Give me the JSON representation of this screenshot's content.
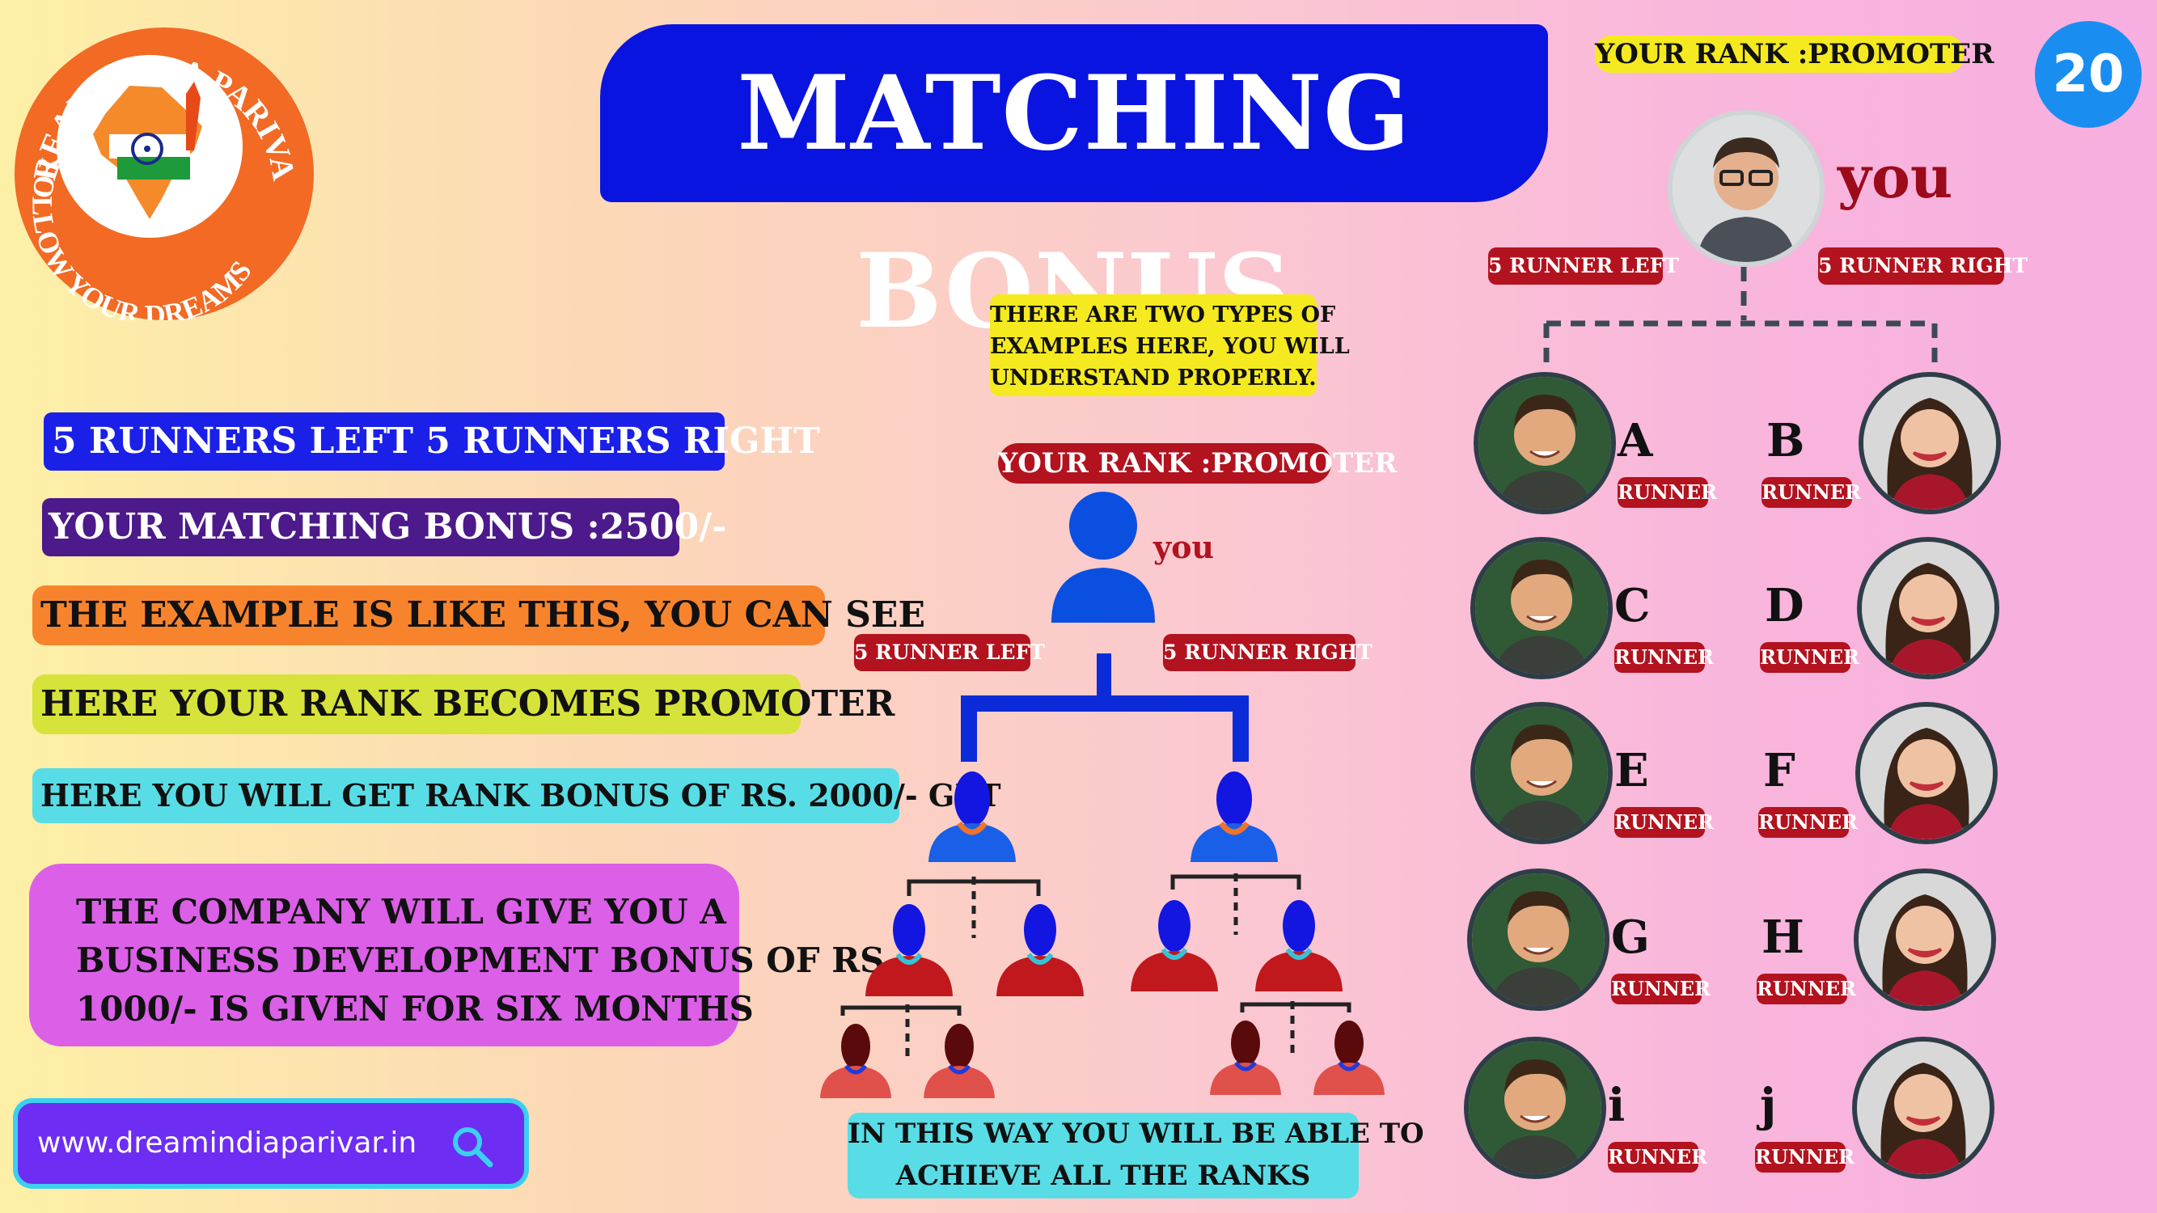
{
  "logo": {
    "top_text": "DREAM INDIA PARIVAR",
    "bottom_text": "FOLLOW YOUR DREAMS"
  },
  "title": "MATCHING BONUS",
  "page_number": "20",
  "rank_top": "YOUR RANK :PROMOTER",
  "you_label": "you",
  "left_panel": {
    "line1": "5 RUNNERS LEFT 5 RUNNERS RIGHT",
    "line2": "YOUR MATCHING BONUS :2500/-",
    "line3": "THE EXAMPLE IS LIKE THIS, YOU CAN SEE",
    "line4": "HERE YOUR RANK BECOMES PROMOTER",
    "line5": "HERE YOU WILL GET RANK BONUS OF RS. 2000/- GET",
    "line6": [
      "THE COMPANY WILL GIVE YOU A",
      "BUSINESS DEVELOPMENT BONUS OF RS.",
      "1000/- IS GIVEN FOR SIX MONTHS"
    ]
  },
  "website": "www.dreamindiaparivar.in",
  "middle": {
    "note": [
      "THERE ARE TWO TYPES OF",
      "EXAMPLES HERE, YOU WILL",
      "UNDERSTAND PROPERLY."
    ],
    "rank": "YOUR RANK :PROMOTER",
    "you": "you",
    "left_tag": "5 RUNNER LEFT",
    "right_tag": "5 RUNNER RIGHT",
    "bottom": [
      "IN THIS WAY YOU WILL BE ABLE TO",
      "ACHIEVE ALL THE RANKS"
    ]
  },
  "right_tree": {
    "left_tag": "5 RUNNER LEFT",
    "right_tag": "5 RUNNER RIGHT",
    "runner_label": "RUNNER",
    "rows": [
      {
        "left": "A",
        "right": "B"
      },
      {
        "left": "C",
        "right": "D"
      },
      {
        "left": "E",
        "right": "F"
      },
      {
        "left": "G",
        "right": "H"
      },
      {
        "left": "i",
        "right": "j"
      }
    ]
  },
  "colors": {
    "title_bg": "#0a14e0",
    "tag_red": "#b3121f",
    "tree_blue": "#0b2bd8",
    "badge_blue": "#1a8df0"
  }
}
